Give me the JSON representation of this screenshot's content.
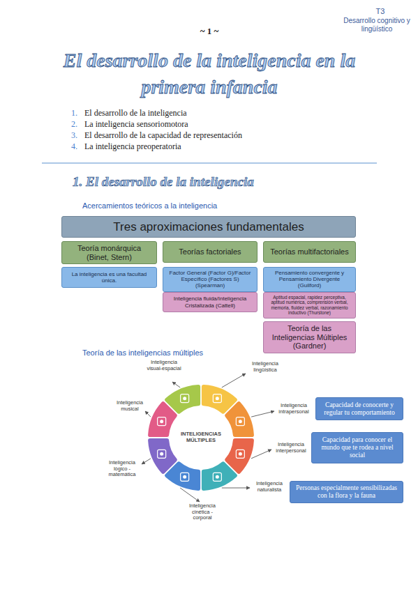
{
  "diagram": {
    "title": "El desarrollo de la inteligencia en la primera infancia",
    "nodes": [
      {
        "text": [
          "Tres aproximaciones fundamentales"
        ]
      },
      {
        "text": [
          "Teoría monárquica (Binet, Stern)"
        ]
      },
      {
        "text": [
          "Teorías factoriales"
        ]
      },
      {
        "text": [
          "Teorías multifactoriales"
        ]
      },
      {
        "text": [
          "La inteligencia es una facultad única."
        ]
      },
      {
        "text": [
          "Factor General (Factor G)/Factor Específico (Factores S) (Spearman)"
        ]
      },
      {
        "text": [
          "Pensamiento convergente y Pensamiento Divergente (Guilford)"
        ]
      },
      {
        "text": [
          "Inteligencia fluida/Inteligencia Cristalizada (Cattell)"
        ]
      },
      {
        "text": [
          "Aptitud espacial, rapidez perceptiva, aptitud numérica, comprensión verbal, memoria, fluidez verbal, razonamiento inductivo (Thurstone)"
        ]
      },
      {
        "text": [
          "Teoría de las Inteligencias Múltiples (Gardner)"
        ]
      },
      {
        "text": [
          "INTELIGENCIAS MÚLTIPLES"
        ]
      },
      {
        "text": [
          "Capacidad de conocerte y regular tu comportamiento"
        ]
      },
      {
        "text": [
          "Capacidad para conocer el mundo que te rodea a nivel social"
        ]
      },
      {
        "text": [
          "Personas especialmente sensibilizadas con la flora y la fauna"
        ]
      }
    ],
    "labels": [
      "~ 1 ~",
      "T3",
      "Desarrollo cognitivo y lingüístico",
      "1.",
      "El desarrollo de la inteligencia",
      "2.",
      "La inteligencia sensoriomotora",
      "3.",
      "El desarrollo de la capacidad de representación",
      "4.",
      "La inteligencia preoperatoria",
      "1. El desarrollo de la inteligencia",
      "Acercamientos teóricos a la inteligencia",
      "Teoría de las inteligencias múltiples",
      "Inteligencia visual-espacial",
      "Inteligencia lingüística",
      "Inteligencia intrapersonal",
      "Inteligencia interpersonal",
      "Inteligencia naturalista",
      "Inteligencia cinética - corporal",
      "Inteligencia lógico -matemática",
      "Inteligencia musical"
    ]
  }
}
